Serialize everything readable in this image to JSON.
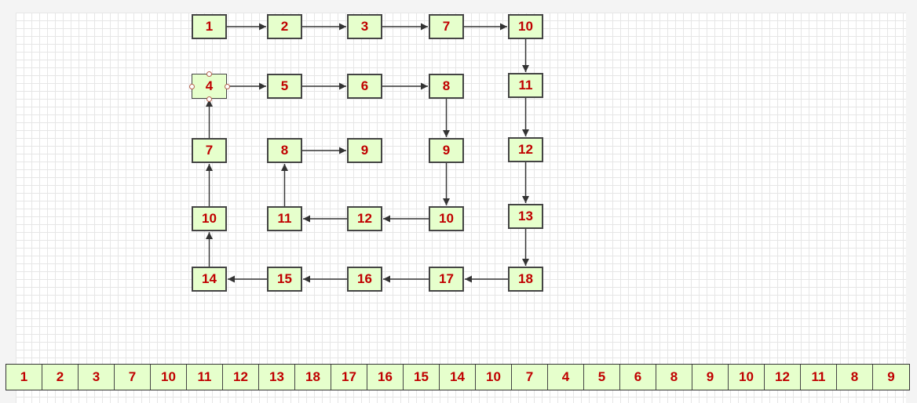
{
  "nodes": [
    {
      "id": "n-1",
      "label": "1"
    },
    {
      "id": "n-2",
      "label": "2"
    },
    {
      "id": "n-3",
      "label": "3"
    },
    {
      "id": "n-7a",
      "label": "7"
    },
    {
      "id": "n-10a",
      "label": "10"
    },
    {
      "id": "n-11a",
      "label": "11"
    },
    {
      "id": "n-12a",
      "label": "12"
    },
    {
      "id": "n-13",
      "label": "13"
    },
    {
      "id": "n-18",
      "label": "18"
    },
    {
      "id": "n-17",
      "label": "17"
    },
    {
      "id": "n-16",
      "label": "16"
    },
    {
      "id": "n-15",
      "label": "15"
    },
    {
      "id": "n-14",
      "label": "14"
    },
    {
      "id": "n-10b",
      "label": "10"
    },
    {
      "id": "n-7b",
      "label": "7"
    },
    {
      "id": "n-4",
      "label": "4"
    },
    {
      "id": "n-5",
      "label": "5"
    },
    {
      "id": "n-6",
      "label": "6"
    },
    {
      "id": "n-8a",
      "label": "8"
    },
    {
      "id": "n-9a",
      "label": "9"
    },
    {
      "id": "n-10c",
      "label": "10"
    },
    {
      "id": "n-12b",
      "label": "12"
    },
    {
      "id": "n-11b",
      "label": "11"
    },
    {
      "id": "n-8b",
      "label": "8"
    },
    {
      "id": "n-9b",
      "label": "9"
    }
  ],
  "edges": [
    [
      "n-1",
      "n-2"
    ],
    [
      "n-2",
      "n-3"
    ],
    [
      "n-3",
      "n-7a"
    ],
    [
      "n-7a",
      "n-10a"
    ],
    [
      "n-10a",
      "n-11a"
    ],
    [
      "n-11a",
      "n-12a"
    ],
    [
      "n-12a",
      "n-13"
    ],
    [
      "n-13",
      "n-18"
    ],
    [
      "n-18",
      "n-17"
    ],
    [
      "n-17",
      "n-16"
    ],
    [
      "n-16",
      "n-15"
    ],
    [
      "n-15",
      "n-14"
    ],
    [
      "n-14",
      "n-10b"
    ],
    [
      "n-10b",
      "n-7b"
    ],
    [
      "n-7b",
      "n-4"
    ],
    [
      "n-4",
      "n-5"
    ],
    [
      "n-5",
      "n-6"
    ],
    [
      "n-6",
      "n-8a"
    ],
    [
      "n-8a",
      "n-9a"
    ],
    [
      "n-9a",
      "n-10c"
    ],
    [
      "n-10c",
      "n-12b"
    ],
    [
      "n-12b",
      "n-11b"
    ],
    [
      "n-11b",
      "n-8b"
    ],
    [
      "n-8b",
      "n-9b"
    ]
  ],
  "selected_node": "n-4",
  "result_array": [
    "1",
    "2",
    "3",
    "7",
    "10",
    "11",
    "12",
    "13",
    "18",
    "17",
    "16",
    "15",
    "14",
    "10",
    "7",
    "4",
    "5",
    "6",
    "8",
    "9",
    "10",
    "12",
    "11",
    "8",
    "9"
  ]
}
